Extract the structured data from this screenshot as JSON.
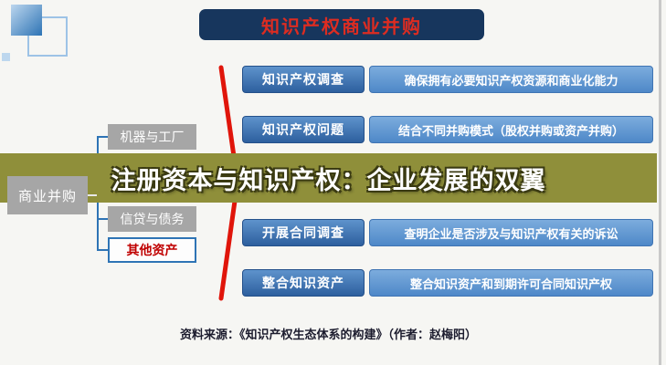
{
  "title": {
    "text": "知识产权商业并购"
  },
  "overlay": {
    "text": "注册资本与知识产权：企业发展的双翼"
  },
  "left": {
    "root": {
      "label": "商业并购"
    },
    "items": [
      {
        "label": "机器与工厂"
      },
      {
        "label": "信贷与债务"
      },
      {
        "label": "其他资产"
      }
    ]
  },
  "rows": [
    {
      "label": "知识产权调查",
      "desc": "确保拥有必要知识产权资源和商业化能力"
    },
    {
      "label": "知识产权问题",
      "desc": "结合不同并购模式（股权并购或资产并购）"
    },
    {
      "label": "开展合同调查",
      "desc": "查明企业是否涉及与知识产权有关的诉讼"
    },
    {
      "label": "整合知识资产",
      "desc": "整合知识资产和到期许可合同知识产权"
    }
  ],
  "footer": {
    "text": "资料来源：《知识产权生态体系的构建》（作者：赵梅阳）"
  },
  "colors": {
    "title_bg": "#17365d",
    "title_text": "#dd2c21",
    "overlay_bg": "#8f8f3a",
    "label_blue": "#2d5f9e",
    "desc_blue": "#5b9bd5",
    "grey_box": "#a6a6a6",
    "highlight_text": "#c00000",
    "arrow_red": "#e0150a",
    "bracket_blue": "#2e74b5"
  }
}
